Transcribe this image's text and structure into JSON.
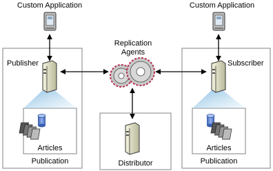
{
  "labels": {
    "custom_app_left": "Custom Application",
    "custom_app_right": "Custom Application",
    "replication_line1": "Replication",
    "replication_line2": "Agents",
    "publisher": "Publisher",
    "subscriber": "Subscriber",
    "articles_left": "Articles",
    "articles_right": "Articles",
    "publication_left": "Publication",
    "publication_right": "Publication",
    "distributor": "Distributor"
  },
  "icons": {
    "monitor": "computer-monitor-icon",
    "server": "server-tower-icon",
    "gears": "gear-pair-icon",
    "database": "database-cylinder-icon",
    "articles": "document-stack-icon"
  },
  "colors": {
    "box_border": "#808080",
    "arrow": "#000000",
    "gear_fill": "#c8c8c8",
    "gear_rim": "#b03050",
    "server_fill": "#e6e6c8",
    "db_fill": "#6f8fcf",
    "beam": "#9fcde8"
  }
}
